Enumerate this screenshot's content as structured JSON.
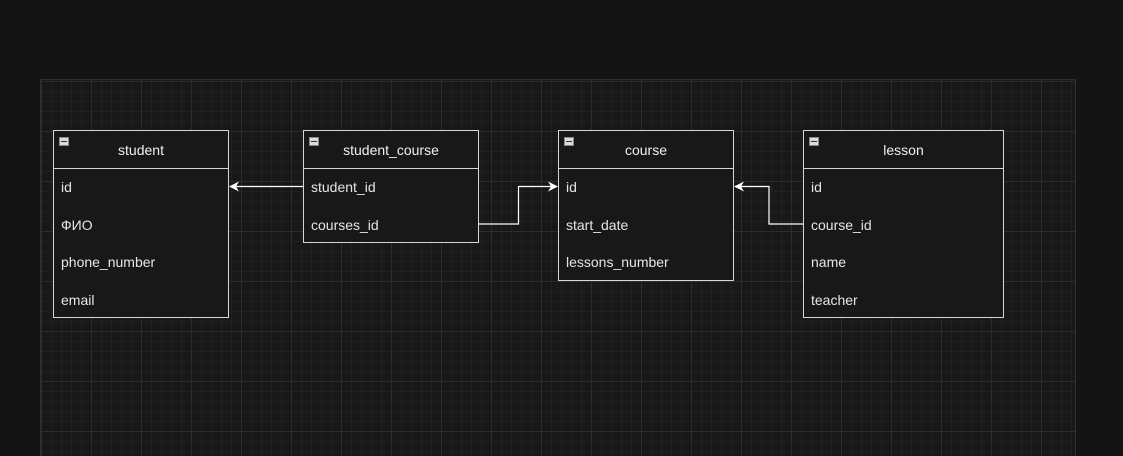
{
  "entities": [
    {
      "id": "student",
      "title": "student",
      "fields": [
        "id",
        "ФИО",
        "phone_number",
        "email"
      ]
    },
    {
      "id": "student_course",
      "title": "student_course",
      "fields": [
        "student_id",
        "courses_id"
      ]
    },
    {
      "id": "course",
      "title": "course",
      "fields": [
        "id",
        "start_date",
        "lessons_number"
      ]
    },
    {
      "id": "lesson",
      "title": "lesson",
      "fields": [
        "id",
        "course_id",
        "name",
        "teacher"
      ]
    }
  ],
  "relations": [
    {
      "from": "student_course.student_id",
      "to": "student.id"
    },
    {
      "from": "student_course.courses_id",
      "to": "course.id"
    },
    {
      "from": "lesson.course_id",
      "to": "course.id"
    }
  ],
  "colors": {
    "background": "#141414",
    "border": "#d6d6d6",
    "text": "#e6e6e6"
  },
  "icons": {
    "collapse": "collapse-minus-icon"
  }
}
